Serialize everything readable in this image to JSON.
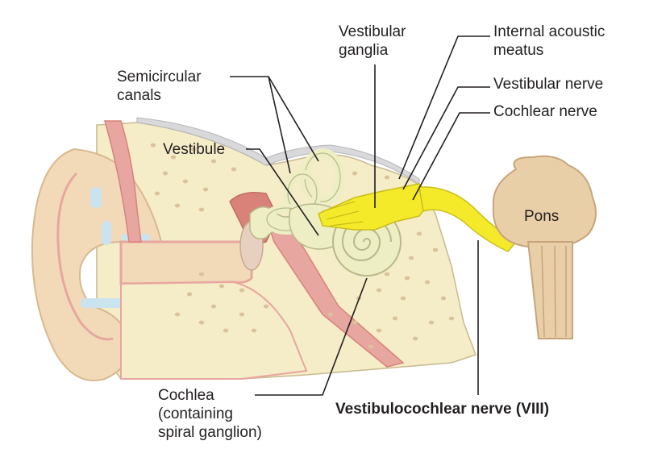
{
  "labels": {
    "vestibular_ganglia": "Vestibular\nganglia",
    "internal_acoustic_meatus": "Internal acoustic\nmeatus",
    "vestibular_nerve": "Vestibular nerve",
    "cochlear_nerve": "Cochlear nerve",
    "semicircular_canals": "Semicircular\ncanals",
    "vestibule": "Vestibule",
    "pons": "Pons",
    "cochlea": "Cochlea\n(containing\nspiral ganglion)",
    "vestibulocochlear_nerve": "Vestibulocochlear nerve (VIII)"
  },
  "colors": {
    "skin": "#f2d9b8",
    "skin_outline": "#d9b88f",
    "bone": "#f5ecc8",
    "bone_spots": "#d9c39a",
    "canal_pink": "#e8a6a0",
    "canal_dark": "#d9827a",
    "labyrinth": "#eeeec4",
    "labyrinth_outline": "#b8b88a",
    "nerve_yellow": "#f5ea2a",
    "nerve_outline": "#c9bd1a",
    "pons": "#e9cfa8",
    "pons_outline": "#c7a57a",
    "fluid_blue": "#c9e4ef",
    "leader": "#231f20"
  }
}
